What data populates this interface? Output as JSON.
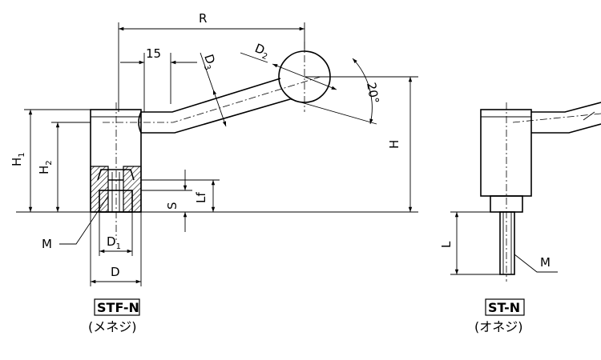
{
  "dimensions": {
    "R": "R",
    "d15": "15",
    "D2": "D",
    "D2_sub": "2",
    "D3": "D",
    "D3_sub": "3",
    "angle": "20°",
    "H": "H",
    "H1": "H",
    "H1_sub": "1",
    "H2": "H",
    "H2_sub": "2",
    "S": "S",
    "Lf": "Lf",
    "M_left": "M",
    "D1": "D",
    "D1_sub": "1",
    "D": "D",
    "L": "L",
    "M_right": "M"
  },
  "captions": {
    "left_model": "STF-N",
    "left_desc": "(メネジ)",
    "right_model": "ST-N",
    "right_desc": "(オネジ)"
  },
  "colors": {
    "line": "#000000",
    "hatch": "#000000",
    "bg": "#ffffff"
  }
}
